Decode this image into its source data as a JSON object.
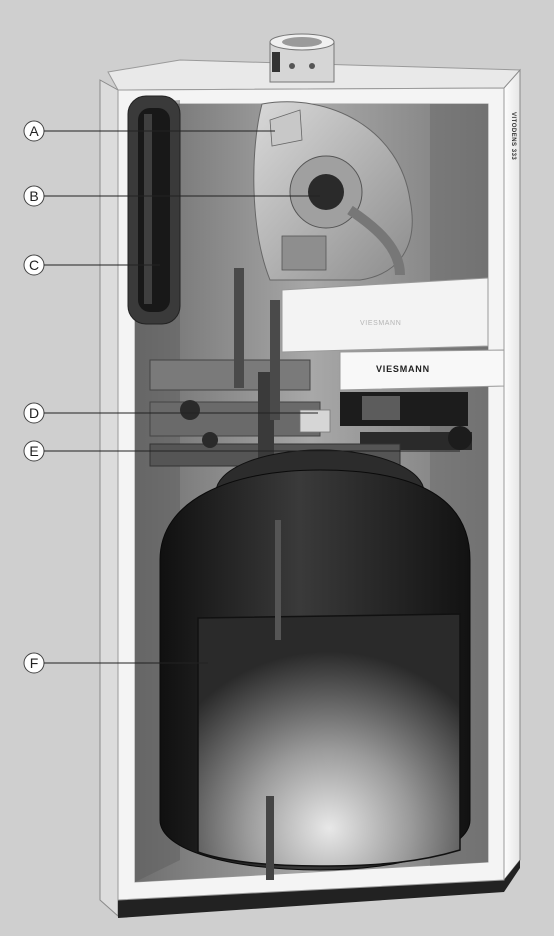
{
  "colors": {
    "background": "#cfcfcf",
    "casing": "#f4f4f4",
    "tank": "#1e1e1e",
    "interior": "#8e8e8e"
  },
  "branding": {
    "side_model": "VITODENS 333",
    "front_logo": "VIESMANN",
    "controller_logo": "VIESMANN"
  },
  "callouts": [
    {
      "letter": "A"
    },
    {
      "letter": "B"
    },
    {
      "letter": "C"
    },
    {
      "letter": "D"
    },
    {
      "letter": "E"
    },
    {
      "letter": "F"
    }
  ]
}
